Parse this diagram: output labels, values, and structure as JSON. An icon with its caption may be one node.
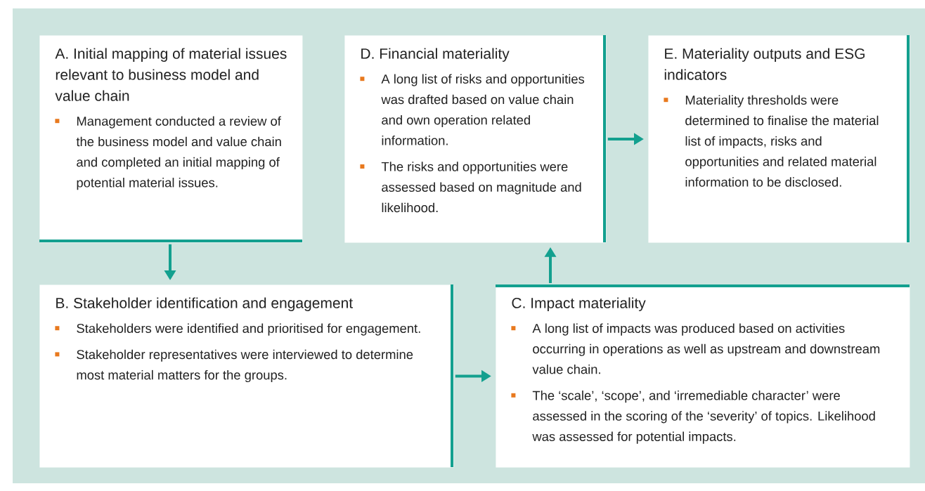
{
  "diagram": {
    "nodes": [
      {
        "text": [
          "A. Initial mapping of material issues relevant to business model and value chain",
          "Management conducted a review of the business model and value chain and completed an initial mapping of potential material issues."
        ]
      },
      {
        "text": [
          "D. Financial materiality",
          "A long list of risks and opportunities was drafted based on value chain and own operation related information.",
          "The risks and opportunities were assessed based on magnitude and likelihood."
        ]
      },
      {
        "text": [
          "E. Materiality outputs and ESG indicators",
          "Materiality thresholds were determined to finalise the material list of impacts, risks and opportunities and related material information to be disclosed."
        ]
      },
      {
        "text": [
          "B. Stakeholder identification and engagement",
          "Stakeholders were identified and prioritised for engagement.",
          "Stakeholder representatives were interviewed to determine most material matters for the groups."
        ]
      },
      {
        "text": [
          "C. Impact materiality",
          "A long list of impacts was produced based on activities occurring in operations as well as upstream and downstream value chain.",
          "The ‘scale’, ‘scope’, and ‘irremediable character’ were assessed in the scoring of the ‘severity’ of topics. Likelihood was assessed for potential impacts."
        ]
      }
    ],
    "edges": [
      {
        "from": 0,
        "to": 3,
        "arrow": "to"
      },
      {
        "from": 3,
        "to": 4,
        "arrow": "to"
      },
      {
        "from": 4,
        "to": 1,
        "arrow": "to"
      },
      {
        "from": 1,
        "to": 2,
        "arrow": "to"
      }
    ]
  }
}
